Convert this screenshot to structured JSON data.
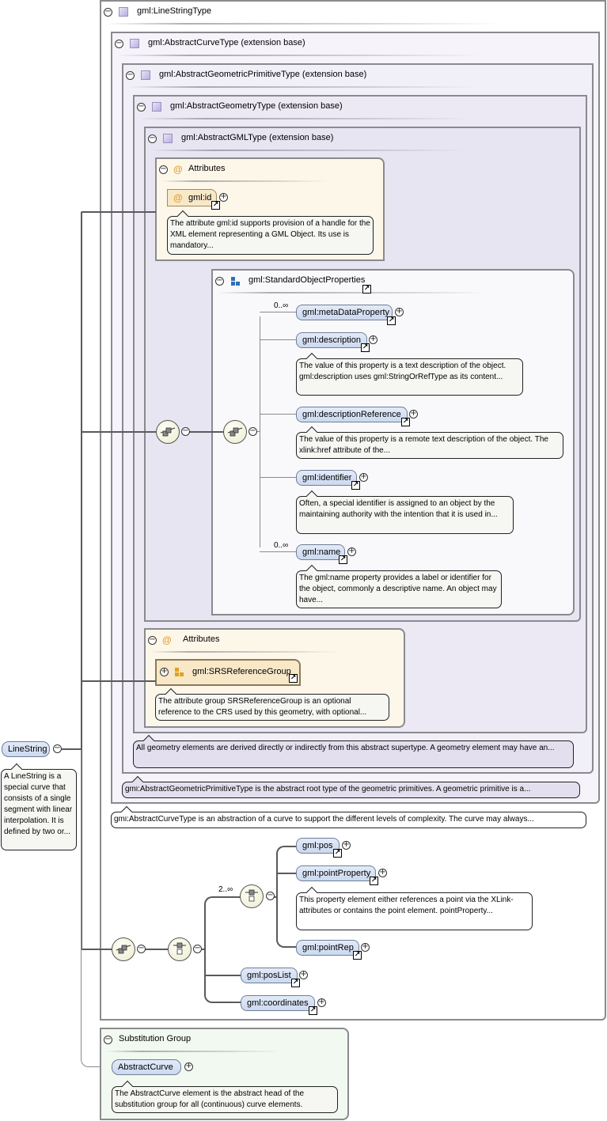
{
  "root_element": {
    "name": "LineString",
    "doc": "A LineString is a special curve that consists of a single segment with linear interpolation. It is defined by two or..."
  },
  "types": {
    "line_string_type": "gml:LineStringType",
    "abstract_curve_type": "gml:AbstractCurveType (extension base)",
    "abstract_geometric_primitive_type": "gml:AbstractGeometricPrimitiveType (extension base)",
    "abstract_geometry_type": "gml:AbstractGeometryType (extension base)",
    "abstract_gml_type": "gml:AbstractGMLType (extension base)"
  },
  "attributes_gml": {
    "title": "Attributes",
    "item": "gml:id",
    "doc": "The attribute gml:id supports provision of a handle for the XML element representing a GML Object. Its use is mandatory..."
  },
  "standard_object_properties": {
    "title": "gml:StandardObjectProperties",
    "elements": [
      {
        "name": "gml:metaDataProperty",
        "multiplicity": "0..∞",
        "doc": ""
      },
      {
        "name": "gml:description",
        "multiplicity": "",
        "doc": "The value of this property is a text description of the object. gml:description uses gml:StringOrRefType as its content..."
      },
      {
        "name": "gml:descriptionReference",
        "multiplicity": "",
        "doc": "The value of this property is a remote text description of the object. The xlink:href attribute of the..."
      },
      {
        "name": "gml:identifier",
        "multiplicity": "",
        "doc": "Often, a special identifier is assigned to an object by the maintaining authority with the intention that it is used in..."
      },
      {
        "name": "gml:name",
        "multiplicity": "0..∞",
        "doc": "The gml:name property provides a label or identifier for the object, commonly a descriptive name. An object may have..."
      }
    ]
  },
  "attributes_geometry": {
    "title": "Attributes",
    "item": "gml:SRSReferenceGroup",
    "doc": "The attribute group SRSReferenceGroup is an optional reference to the CRS used by this geometry, with optional..."
  },
  "type_docs": {
    "abstract_geometry": "All geometry elements are derived directly or indirectly from this abstract supertype. A geometry element may have an...",
    "abstract_geometric_primitive": "gml:AbstractGeometricPrimitiveType is the abstract root type of the geometric primitives. A geometric primitive is a...",
    "abstract_curve": "gml:AbstractCurveType is an abstraction of a curve to support the different levels of complexity. The curve may always..."
  },
  "content_model": {
    "choice_multiplicity": "2..∞",
    "choice_elements": [
      {
        "name": "gml:pos",
        "doc": ""
      },
      {
        "name": "gml:pointProperty",
        "doc": "This property element either references a point via the XLink-attributes or contains the point element. pointProperty..."
      },
      {
        "name": "gml:pointRep",
        "doc": ""
      }
    ],
    "other_elements": [
      {
        "name": "gml:posList"
      },
      {
        "name": "gml:coordinates"
      }
    ]
  },
  "substitution_group": {
    "title": "Substitution Group",
    "element": "AbstractCurve",
    "doc": "The AbstractCurve element is the abstract head of the substitution group for all (continuous) curve elements."
  },
  "icons": {
    "collapse": "−",
    "expand": "+",
    "link": "↗",
    "at": "@"
  }
}
